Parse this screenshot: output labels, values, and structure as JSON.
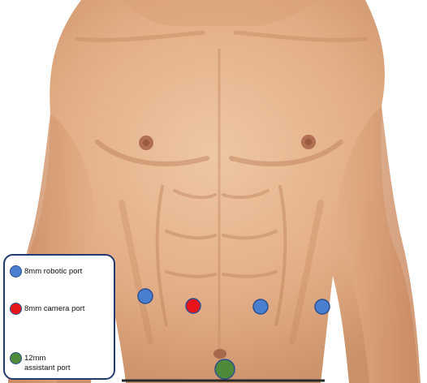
{
  "legend": {
    "items": [
      {
        "key": "robotic",
        "label": "8mm robotic port",
        "color": "#4a7fd0",
        "border": "#2e4f8f"
      },
      {
        "key": "camera",
        "label": "8mm camera port",
        "color": "#e8141c",
        "border": "#2e4f8f"
      },
      {
        "key": "assistant",
        "label_line1": "12mm",
        "label_line2": "assistant port",
        "color": "#4f8a3a",
        "border": "#2e4f8f"
      }
    ]
  },
  "ports": [
    {
      "type": "robotic",
      "color": "#4a7fd0"
    },
    {
      "type": "camera",
      "color": "#e8141c"
    },
    {
      "type": "robotic",
      "color": "#4a7fd0"
    },
    {
      "type": "robotic",
      "color": "#4a7fd0"
    },
    {
      "type": "assistant",
      "color": "#4f8a3a"
    }
  ],
  "colors": {
    "skin_base": "#e6b68f",
    "skin_shadow": "#c98f68",
    "legend_border": "#233a6e"
  }
}
